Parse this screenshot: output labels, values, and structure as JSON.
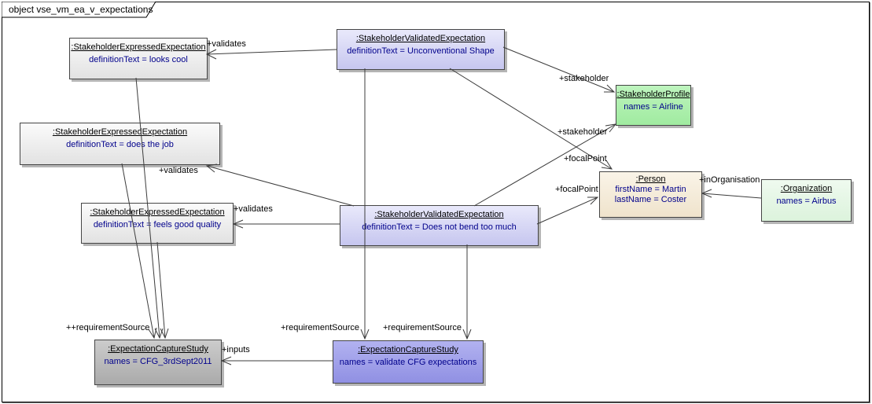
{
  "frame": {
    "title": "object vse_vm_ea_v_expectations"
  },
  "nodes": [
    {
      "title": ":StakeholderExpressedExpectation",
      "attrs": [
        "definitionText = looks cool"
      ]
    },
    {
      "title": ":StakeholderExpressedExpectation",
      "attrs": [
        "definitionText = does the job"
      ]
    },
    {
      "title": ":StakeholderExpressedExpectation",
      "attrs": [
        "definitionText = feels good quality"
      ]
    },
    {
      "title": ":StakeholderValidatedExpectation",
      "attrs": [
        "definitionText = Unconventional Shape"
      ]
    },
    {
      "title": ":StakeholderValidatedExpectation",
      "attrs": [
        "definitionText = Does not bend too much"
      ]
    },
    {
      "title": ":StakeholderProfile",
      "attrs": [
        "names = Airline"
      ]
    },
    {
      "title": ":Person",
      "attrs": [
        "firstName = Martin",
        "lastName = Coster"
      ]
    },
    {
      "title": ":Organization",
      "attrs": [
        "names = Airbus"
      ]
    },
    {
      "title": ":ExpectationCaptureStudy",
      "attrs": [
        "names = CFG_3rdSept2011"
      ]
    },
    {
      "title": ":ExpectationCaptureStudy",
      "attrs": [
        "names = validate CFG expectations"
      ]
    }
  ],
  "edge_labels": [
    "+validates",
    "+stakeholder",
    "+stakeholder",
    "+focalPoint",
    "+focalPoint",
    "+inOrganisation",
    "+validates",
    "+validates",
    "++requirementSource",
    "+requirementSource",
    "+requirementSource",
    "+inputs"
  ],
  "edges": [
    {
      "from": "StakeholderValidatedExpectation (Unconventional Shape)",
      "to": "StakeholderExpressedExpectation (looks cool)",
      "label": "+validates"
    },
    {
      "from": "StakeholderValidatedExpectation (Does not bend too much)",
      "to": "StakeholderExpressedExpectation (does the job)",
      "label": "+validates"
    },
    {
      "from": "StakeholderValidatedExpectation (Does not bend too much)",
      "to": "StakeholderExpressedExpectation (feels good quality)",
      "label": "+validates"
    },
    {
      "from": "StakeholderValidatedExpectation (Unconventional Shape)",
      "to": "StakeholderProfile (Airline)",
      "label": "+stakeholder"
    },
    {
      "from": "StakeholderValidatedExpectation (Does not bend too much)",
      "to": "StakeholderProfile (Airline)",
      "label": "+stakeholder"
    },
    {
      "from": "StakeholderValidatedExpectation (Unconventional Shape)",
      "to": "Person (Martin Coster)",
      "label": "+focalPoint"
    },
    {
      "from": "StakeholderValidatedExpectation (Does not bend too much)",
      "to": "Person (Martin Coster)",
      "label": "+focalPoint"
    },
    {
      "from": "Organization (Airbus)",
      "to": "Person (Martin Coster)",
      "label": "+inOrganisation"
    },
    {
      "from": "StakeholderExpressedExpectation (looks cool)",
      "to": "ExpectationCaptureStudy (CFG_3rdSept2011)",
      "label": "+requirementSource"
    },
    {
      "from": "StakeholderExpressedExpectation (does the job)",
      "to": "ExpectationCaptureStudy (CFG_3rdSept2011)",
      "label": "+requirementSource"
    },
    {
      "from": "StakeholderExpressedExpectation (feels good quality)",
      "to": "ExpectationCaptureStudy (CFG_3rdSept2011)",
      "label": "+requirementSource"
    },
    {
      "from": "StakeholderValidatedExpectation (Unconventional Shape)",
      "to": "ExpectationCaptureStudy (validate CFG expectations)",
      "label": "+requirementSource"
    },
    {
      "from": "StakeholderValidatedExpectation (Does not bend too much)",
      "to": "ExpectationCaptureStudy (validate CFG expectations)",
      "label": "+requirementSource"
    },
    {
      "from": "ExpectationCaptureStudy (validate CFG expectations)",
      "to": "ExpectationCaptureStudy (CFG_3rdSept2011)",
      "label": "+inputs"
    }
  ],
  "colors": {
    "expressed_box": "#ececec",
    "validated_box": "#ccccf4",
    "profile_box": "#aaf0aa",
    "person_box": "#f5ecd9",
    "organization_box": "#e4f7e4",
    "capture_study_left": "#b8b8b8",
    "capture_study_center": "#9c9ce8",
    "attribute_text": "#00008b",
    "connector": "#3c3c3c"
  }
}
